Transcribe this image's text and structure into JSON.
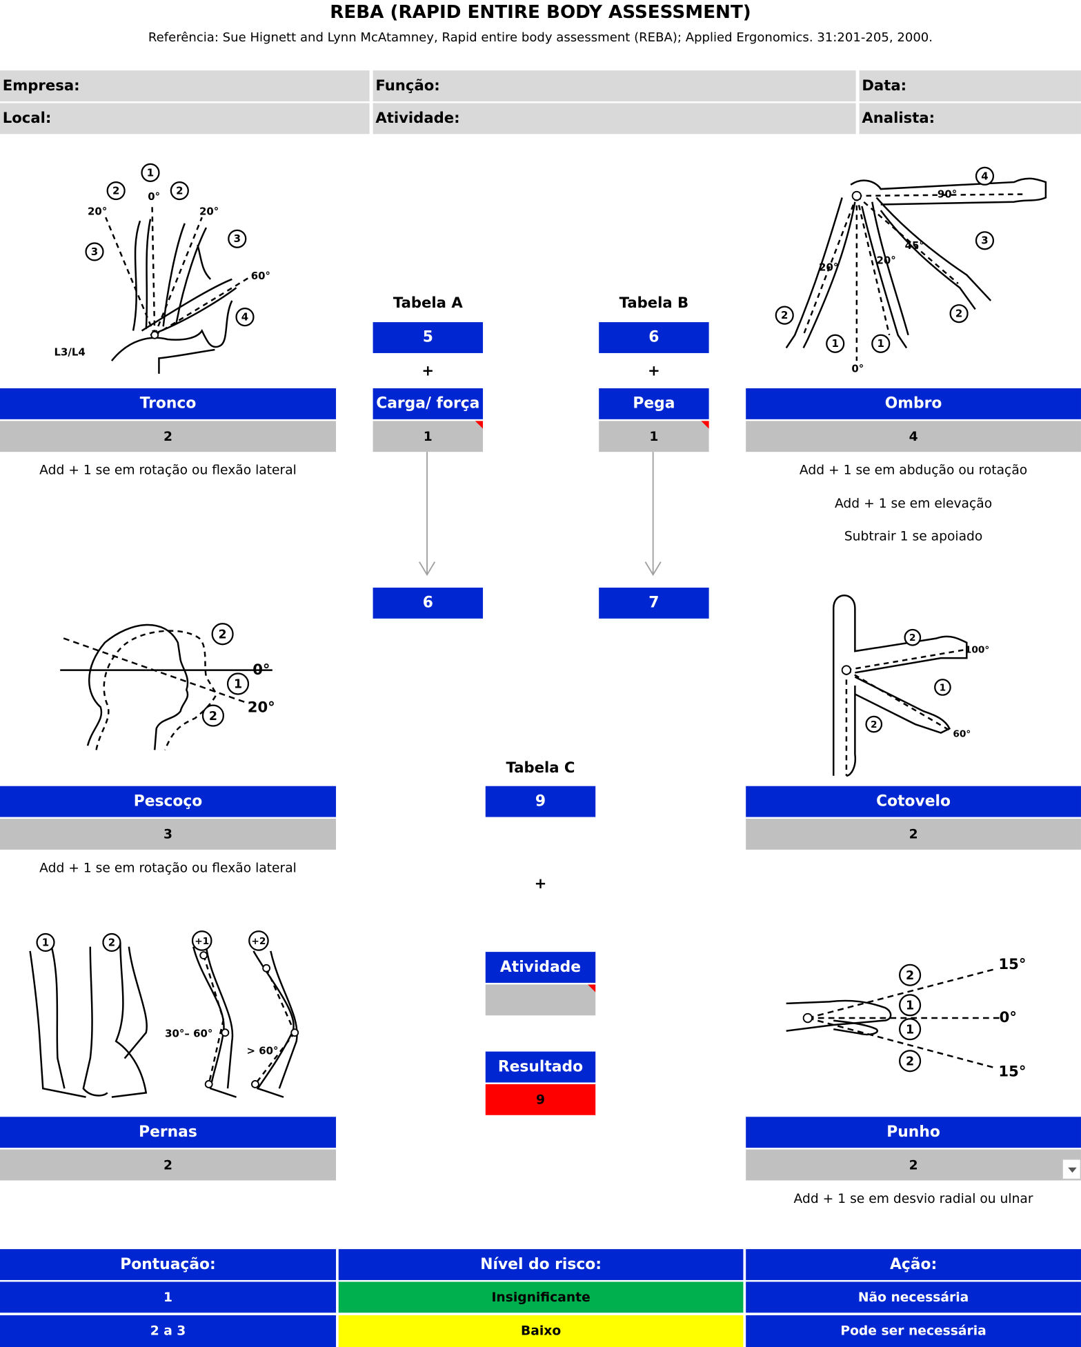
{
  "header": {
    "title": "REBA (RAPID ENTIRE BODY ASSESSMENT)",
    "reference": "Referência: Sue Hignett and Lynn McAtamney, Rapid entire body assessment (REBA); Applied Ergonomics. 31:201-205, 2000."
  },
  "info": {
    "empresa": "Empresa:",
    "funcao": "Função:",
    "data": "Data:",
    "local": "Local:",
    "atividade": "Atividade:",
    "analista": "Analista:"
  },
  "tronco": {
    "label": "Tronco",
    "score": "2",
    "note": "Add + 1 se em rotação ou flexão lateral",
    "fig": {
      "a1": "20°",
      "a2": "0°",
      "a3": "20°",
      "a4": "60°",
      "n1": "1",
      "n2": "2",
      "n3": "3",
      "n4": "4",
      "vert": "L3/L4"
    }
  },
  "ombro": {
    "label": "Ombro",
    "score": "4",
    "notes": [
      "Add + 1 se em abdução ou rotação",
      "Add + 1 se em elevação",
      "Subtrair 1 se apoiado"
    ],
    "fig": {
      "a90": "90°",
      "a45": "45°",
      "a20a": "20°",
      "a20b": "20°",
      "a0": "0°",
      "n1": "1",
      "n2": "2",
      "n3": "3",
      "n4": "4"
    }
  },
  "tabelaA": {
    "label": "Tabela A",
    "value": "5",
    "plus": "+",
    "carga_label": "Carga/ força",
    "carga_score": "1",
    "result": "6"
  },
  "tabelaB": {
    "label": "Tabela B",
    "value": "6",
    "plus": "+",
    "pega_label": "Pega",
    "pega_score": "1",
    "result": "7"
  },
  "pescoco": {
    "label": "Pescoço",
    "score": "3",
    "note": "Add + 1 se em rotação ou flexão lateral",
    "fig": {
      "a0": "0°",
      "a20": "20°",
      "n1": "1",
      "n2": "2"
    }
  },
  "cotovelo": {
    "label": "Cotovelo",
    "score": "2",
    "fig": {
      "a100": "100°",
      "a60": "60°",
      "n1": "1",
      "n2": "2"
    }
  },
  "tabelaC": {
    "label": "Tabela C",
    "value": "9",
    "plus": "+"
  },
  "atividade": {
    "label": "Atividade",
    "score": ""
  },
  "resultado": {
    "label": "Resultado",
    "value": "9"
  },
  "pernas": {
    "label": "Pernas",
    "score": "2",
    "fig": {
      "n1": "1",
      "n2": "2",
      "p1": "+1",
      "p2": "+2",
      "r1": "30°– 60°",
      "r2": "> 60°"
    }
  },
  "punho": {
    "label": "Punho",
    "score": "2",
    "note": "Add + 1 se em desvio radial ou ulnar",
    "fig": {
      "a15a": "15°",
      "a0": "0°",
      "a15b": "15°",
      "n1": "1",
      "n2": "2"
    }
  },
  "risk": {
    "headers": [
      "Pontuação:",
      "Nível do risco:",
      "Ação:"
    ],
    "rows": [
      [
        "1",
        "Insignificante",
        "Não necessária"
      ],
      [
        "2 a 3",
        "Baixo",
        "Pode ser necessária"
      ]
    ]
  },
  "colors": {
    "blue": "#0026d1",
    "gray": "#c0c0c0",
    "green": "#00b04f",
    "yellow": "#ffff00",
    "red": "#ff0000"
  }
}
